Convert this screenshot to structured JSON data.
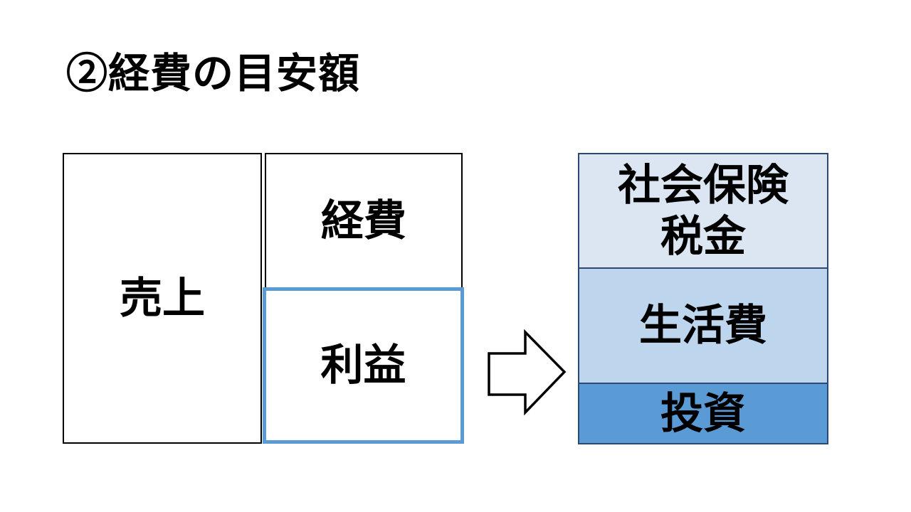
{
  "title": "②経費の目安額",
  "colors": {
    "black": "#000000",
    "accent_blue": "#5b9bd5",
    "lightest_blue_fill": "#dce6f2",
    "light_blue_fill": "#bdd6ee",
    "dark_navy_border": "#2a4a74",
    "white": "#ffffff"
  },
  "icons": {
    "arrow": "right-block-arrow-icon"
  },
  "revenue_diagram": {
    "sales_label": "売上",
    "expense_label": "経費",
    "profit_label": "利益"
  },
  "allocation": {
    "items": [
      {
        "label": "社会保険\n税金"
      },
      {
        "label": "生活費"
      },
      {
        "label": "投資"
      }
    ]
  }
}
